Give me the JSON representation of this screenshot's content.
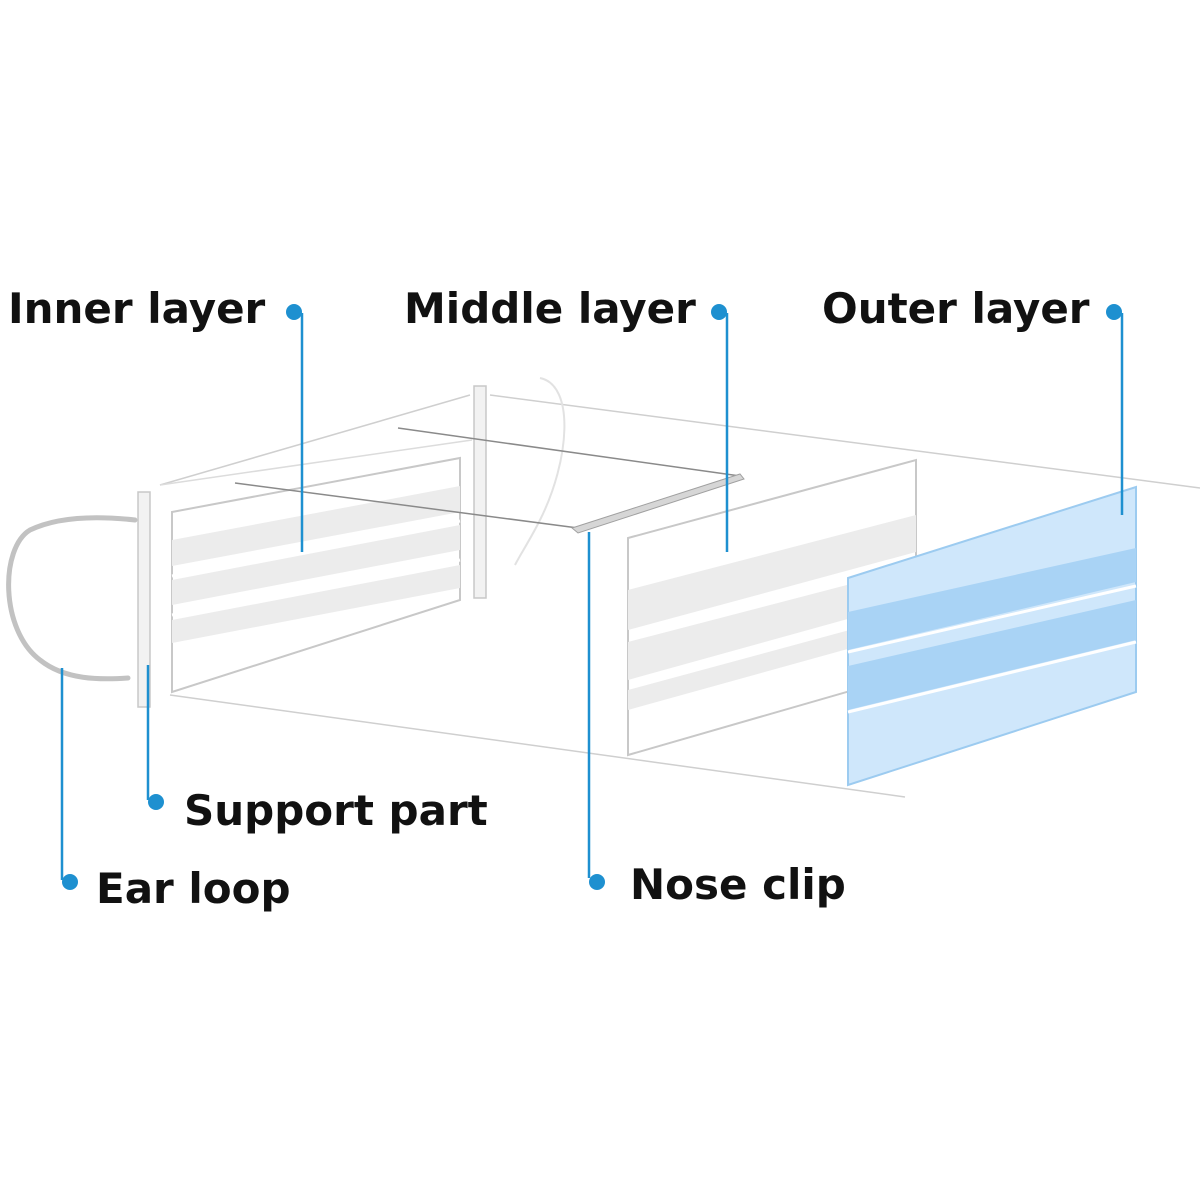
{
  "labels": {
    "inner_layer": "Inner layer",
    "middle_layer": "Middle layer",
    "outer_layer": "Outer layer",
    "support_part": "Support part",
    "ear_loop": "Ear loop",
    "nose_clip": "Nose clip"
  },
  "colors": {
    "callout": "#1e90d0",
    "outer_layer_fill": "#cfe7fb",
    "outer_layer_band": "#a9d3f5",
    "outline": "#c8c8c8",
    "inner_band": "#ececec"
  }
}
